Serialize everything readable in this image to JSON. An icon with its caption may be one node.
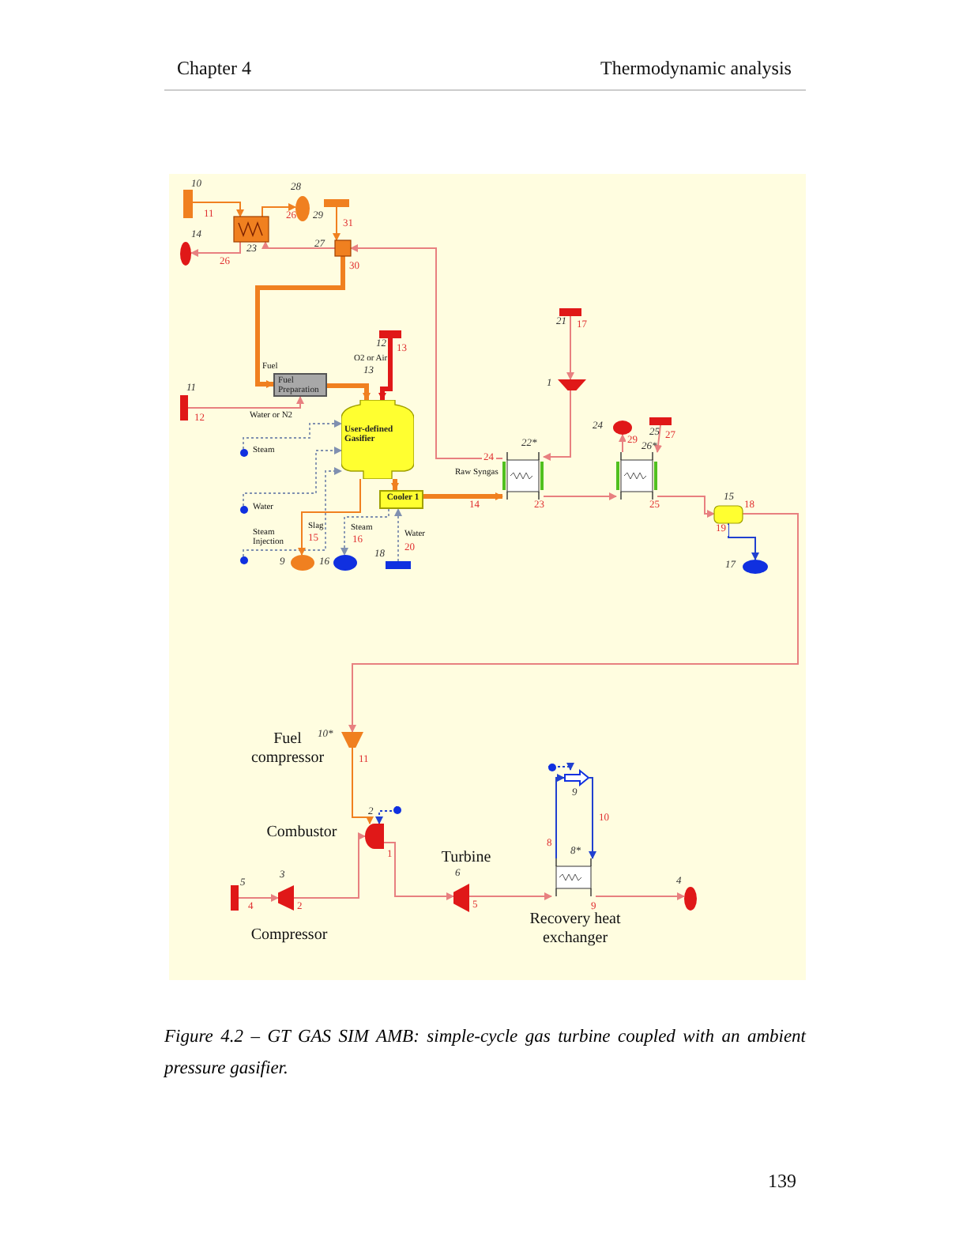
{
  "diagram": {
    "caption": "Figure 4.2 – GT GAS SIM AMB: simple-cycle gas turbine coupled with an ambient pressure gasifier.",
    "nodes": [
      {
        "text": [],
        "shape": "bar",
        "beside": [
          "10"
        ]
      },
      {
        "text": [],
        "shape": "box",
        "beside": [
          "23"
        ]
      },
      {
        "text": [],
        "shape": "ellipse",
        "beside": [
          "28"
        ]
      },
      {
        "text": [],
        "shape": "ellipse",
        "beside": [
          "14"
        ]
      },
      {
        "text": [],
        "shape": "bar",
        "beside": [
          "29"
        ]
      },
      {
        "text": [],
        "shape": "box",
        "beside": [
          "27"
        ]
      },
      {
        "text": [
          "Fuel Preparation"
        ]
      },
      {
        "text": [],
        "shape": "bar",
        "beside": [
          "11"
        ]
      },
      {
        "text": [],
        "shape": "bar",
        "beside": [
          "12"
        ]
      },
      {
        "text": [
          "User-defined Gasifier"
        ]
      },
      {
        "text": [
          "Cooler 1"
        ]
      },
      {
        "text": [],
        "shape": "ellipse",
        "beside": [
          "9"
        ]
      },
      {
        "text": [],
        "shape": "ellipse",
        "beside": [
          "16"
        ]
      },
      {
        "text": [],
        "shape": "bar",
        "beside": [
          "18"
        ]
      },
      {
        "text": [],
        "shape": "bar",
        "beside": [
          "21"
        ]
      },
      {
        "text": [],
        "shape": "trapezoid",
        "beside": [
          "1"
        ]
      },
      {
        "text": [],
        "shape": "box",
        "beside": [
          "22*"
        ]
      },
      {
        "text": [],
        "shape": "ellipse",
        "beside": [
          "24"
        ]
      },
      {
        "text": [],
        "shape": "bar",
        "beside": [
          "25"
        ]
      },
      {
        "text": [],
        "shape": "box",
        "beside": [
          "26*"
        ]
      },
      {
        "text": [],
        "shape": "box",
        "beside": [
          "15"
        ]
      },
      {
        "text": [],
        "shape": "ellipse",
        "beside": [
          "17"
        ]
      },
      {
        "text": [],
        "shape": "trapezoid",
        "beside": [
          "Fuel compressor",
          "10*"
        ]
      },
      {
        "text": [],
        "shape": "semicircle",
        "beside": [
          "Combustor",
          "2"
        ]
      },
      {
        "text": [],
        "shape": "circle"
      },
      {
        "text": [],
        "shape": "bar",
        "beside": [
          "5"
        ]
      },
      {
        "text": [],
        "shape": "trapezoid",
        "beside": [
          "Compressor",
          "3"
        ]
      },
      {
        "text": [],
        "shape": "trapezoid",
        "beside": [
          "Turbine",
          "6"
        ]
      },
      {
        "text": [],
        "shape": "box",
        "beside": [
          "Recovery heat exchanger",
          "8*"
        ]
      },
      {
        "text": [],
        "shape": "arrow",
        "beside": [
          "9"
        ]
      },
      {
        "text": [],
        "shape": "circle"
      },
      {
        "text": [],
        "shape": "ellipse",
        "beside": [
          "4"
        ]
      },
      {
        "text": [],
        "shape": "circle",
        "beside": [
          "Steam"
        ]
      },
      {
        "text": [],
        "shape": "circle",
        "beside": [
          "Water"
        ]
      },
      {
        "text": [],
        "shape": "circle",
        "beside": [
          "Steam Injection"
        ]
      }
    ],
    "edges": [
      {
        "from": 0,
        "to": 1,
        "arrow": "to",
        "label": "11",
        "color": "#f08020"
      },
      {
        "from": 1,
        "to": 2,
        "arrow": "to",
        "label": "26",
        "color": "#f08020"
      },
      {
        "from": 1,
        "to": 3,
        "arrow": "to",
        "label": "26"
      },
      {
        "from": 5,
        "to": 1,
        "arrow": "to"
      },
      {
        "from": 4,
        "to": 5,
        "arrow": "to",
        "label": "31",
        "color": "#f08020"
      },
      {
        "from": 5,
        "to": 6,
        "arrow": "to",
        "label": "30",
        "color": "#f08020",
        "style": "thick"
      },
      {
        "from": 16,
        "to": 5,
        "arrow": "to",
        "label": "24"
      },
      {
        "from": 14,
        "to": 15,
        "arrow": "to",
        "label": "17"
      },
      {
        "from": 15,
        "to": 16,
        "arrow": "to"
      },
      {
        "from": 7,
        "to": 6,
        "arrow": "to",
        "label": "12"
      },
      {
        "from": 6,
        "to": 9,
        "arrow": "to",
        "color": "#f08020",
        "style": "thick"
      },
      {
        "from": 8,
        "to": 9,
        "arrow": "to",
        "label": "13",
        "color": "#e01818",
        "style": "thick"
      },
      {
        "from": 32,
        "to": 9,
        "arrow": "to",
        "color": "#8090b0",
        "style": "dashed"
      },
      {
        "from": 33,
        "to": 9,
        "arrow": "to",
        "color": "#8090b0",
        "style": "dashed"
      },
      {
        "from": 34,
        "to": 9,
        "arrow": "to",
        "color": "#8090b0",
        "style": "dashed"
      },
      {
        "from": 9,
        "to": 11,
        "arrow": "to",
        "label": "15",
        "color": "#f08020"
      },
      {
        "from": 9,
        "to": 10,
        "arrow": "to",
        "color": "#f08020",
        "style": "thick"
      },
      {
        "from": 10,
        "to": 12,
        "arrow": "to",
        "label": "16",
        "color": "#8090b0",
        "style": "dashed"
      },
      {
        "from": 13,
        "to": 10,
        "arrow": "to",
        "label": "20",
        "color": "#8090b0",
        "style": "dashed"
      },
      {
        "from": 10,
        "to": 16,
        "arrow": "to",
        "label": "14",
        "color": "#f08020",
        "style": "thick"
      },
      {
        "from": 16,
        "to": 19,
        "arrow": "to",
        "label": "23"
      },
      {
        "from": 19,
        "to": 17,
        "arrow": "to",
        "label": "29"
      },
      {
        "from": 18,
        "to": 19,
        "arrow": "to",
        "label": "27"
      },
      {
        "from": 19,
        "to": 20,
        "arrow": "to",
        "label": "25"
      },
      {
        "from": 20,
        "to": 21,
        "arrow": "to",
        "label": "19",
        "color": "#2040d0"
      },
      {
        "from": 20,
        "to": 22,
        "arrow": "to",
        "label": "18"
      },
      {
        "from": 22,
        "to": 23,
        "arrow": "to",
        "label": "11",
        "color": "#f08020"
      },
      {
        "from": 24,
        "to": 23,
        "arrow": "to",
        "color": "#2040d0",
        "style": "dashed"
      },
      {
        "from": 25,
        "to": 26,
        "arrow": "to",
        "label": "4"
      },
      {
        "from": 26,
        "to": 23,
        "arrow": "to",
        "label": "2"
      },
      {
        "from": 23,
        "to": 27,
        "arrow": "to",
        "label": "1"
      },
      {
        "from": 27,
        "to": 28,
        "arrow": "to",
        "label": "5"
      },
      {
        "from": 28,
        "to": 31,
        "arrow": "to",
        "label": "9"
      },
      {
        "from": 30,
        "to": 29,
        "arrow": "to",
        "color": "#2040d0",
        "style": "dashed"
      },
      {
        "from": 28,
        "to": 29,
        "arrow": "to",
        "label": "8",
        "color": "#2040d0"
      },
      {
        "from": 29,
        "to": 28,
        "arrow": "to",
        "label": "10",
        "color": "#2040d0"
      }
    ],
    "labels": [
      "Chapter 4",
      "Thermodynamic analysis",
      "Fuel",
      "O2 or Air",
      "13",
      "Water or N2",
      "Raw Syngas",
      "Slag",
      "Steam",
      "Water",
      "139"
    ]
  }
}
